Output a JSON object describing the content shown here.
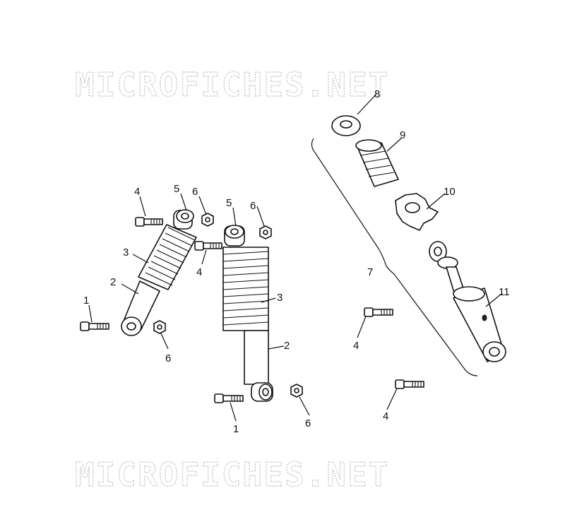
{
  "watermark": {
    "top": "MICROFICHES.NET",
    "bottom": "MICROFICHES.NET"
  },
  "callouts": {
    "c1a": "1",
    "c1b": "1",
    "c2a": "2",
    "c2b": "2",
    "c3a": "3",
    "c3b": "3",
    "c4a": "4",
    "c4b": "4",
    "c4c": "4",
    "c4d": "4",
    "c5a": "5",
    "c5b": "5",
    "c6a": "6",
    "c6b": "6",
    "c6c": "6",
    "c6d": "6",
    "c7": "7",
    "c8": "8",
    "c9": "9",
    "c10": "10",
    "c11": "11"
  }
}
